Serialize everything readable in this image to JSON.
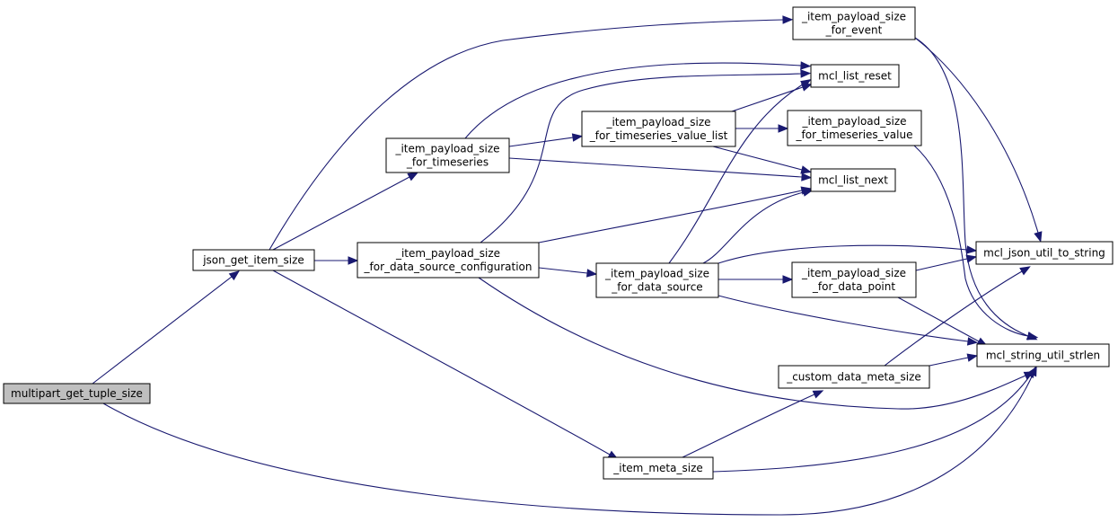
{
  "graph": {
    "nodes": [
      {
        "id": "multipart",
        "lines": [
          "multipart_get_tuple_size"
        ],
        "highlight": true
      },
      {
        "id": "json_get",
        "lines": [
          "json_get_item_size"
        ]
      },
      {
        "id": "ts",
        "lines": [
          "_item_payload_size",
          "_for_timeseries"
        ]
      },
      {
        "id": "dsc",
        "lines": [
          "_item_payload_size",
          "_for_data_source_configuration"
        ]
      },
      {
        "id": "event",
        "lines": [
          "_item_payload_size",
          "_for_event"
        ]
      },
      {
        "id": "tsvl",
        "lines": [
          "_item_payload_size",
          "_for_timeseries_value_list"
        ]
      },
      {
        "id": "ds",
        "lines": [
          "_item_payload_size",
          "_for_data_source"
        ]
      },
      {
        "id": "ims",
        "lines": [
          "_item_meta_size"
        ]
      },
      {
        "id": "reset",
        "lines": [
          "mcl_list_reset"
        ]
      },
      {
        "id": "tsv",
        "lines": [
          "_item_payload_size",
          "_for_timeseries_value"
        ]
      },
      {
        "id": "next",
        "lines": [
          "mcl_list_next"
        ]
      },
      {
        "id": "dp",
        "lines": [
          "_item_payload_size",
          "_for_data_point"
        ]
      },
      {
        "id": "cdms",
        "lines": [
          "_custom_data_meta_size"
        ]
      },
      {
        "id": "tostr",
        "lines": [
          "mcl_json_util_to_string"
        ]
      },
      {
        "id": "strlen",
        "lines": [
          "mcl_string_util_strlen"
        ]
      }
    ],
    "edges": [
      [
        "multipart",
        "json_get"
      ],
      [
        "multipart",
        "strlen"
      ],
      [
        "json_get",
        "event"
      ],
      [
        "json_get",
        "ts"
      ],
      [
        "json_get",
        "dsc"
      ],
      [
        "json_get",
        "ims"
      ],
      [
        "ts",
        "reset"
      ],
      [
        "ts",
        "tsvl"
      ],
      [
        "ts",
        "next"
      ],
      [
        "dsc",
        "reset"
      ],
      [
        "dsc",
        "next"
      ],
      [
        "dsc",
        "tostr"
      ],
      [
        "dsc",
        "ds"
      ],
      [
        "dsc",
        "strlen"
      ],
      [
        "event",
        "tostr"
      ],
      [
        "event",
        "strlen"
      ],
      [
        "tsvl",
        "reset"
      ],
      [
        "tsvl",
        "tsv"
      ],
      [
        "tsvl",
        "next"
      ],
      [
        "tsv",
        "strlen"
      ],
      [
        "ds",
        "reset"
      ],
      [
        "ds",
        "next"
      ],
      [
        "ds",
        "tostr"
      ],
      [
        "ds",
        "dp"
      ],
      [
        "ds",
        "strlen"
      ],
      [
        "dp",
        "tostr"
      ],
      [
        "dp",
        "strlen"
      ],
      [
        "cdms",
        "tostr"
      ],
      [
        "cdms",
        "strlen"
      ],
      [
        "ims",
        "cdms"
      ],
      [
        "ims",
        "strlen"
      ]
    ]
  }
}
